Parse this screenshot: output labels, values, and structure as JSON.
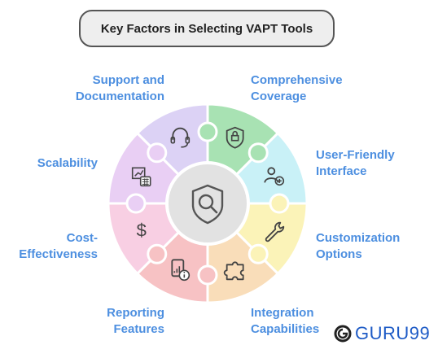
{
  "title": "Key Factors in Selecting VAPT Tools",
  "factors": [
    {
      "line1": "Comprehensive",
      "line2": "Coverage",
      "color": "#a8e2b3",
      "icon": "lock-shield-icon"
    },
    {
      "line1": "User-Friendly",
      "line2": "Interface",
      "color": "#c9f1f7",
      "icon": "user-add-icon"
    },
    {
      "line1": "Customization",
      "line2": "Options",
      "color": "#fbf3b8",
      "icon": "wrench-icon"
    },
    {
      "line1": "Integration",
      "line2": "Capabilities",
      "color": "#f9ddb9",
      "icon": "puzzle-icon"
    },
    {
      "line1": "Reporting",
      "line2": "Features",
      "color": "#f7c2c4",
      "icon": "report-info-icon"
    },
    {
      "line1": "Cost-",
      "line2": "Effectiveness",
      "color": "#f8cfe3",
      "icon": "dollar-icon"
    },
    {
      "line1": "Scalability",
      "line2": "",
      "color": "#e9cff4",
      "icon": "growth-chart-icon"
    },
    {
      "line1": "Support and",
      "line2": "Documentation",
      "color": "#dcd2f5",
      "icon": "headset-icon"
    }
  ],
  "center_icon": "magnifier-shield-icon",
  "brand": {
    "text": "GURU99",
    "color": "#1e5bc6",
    "icon": "guru99-logo-icon"
  },
  "label_color": "#4d8fe0"
}
